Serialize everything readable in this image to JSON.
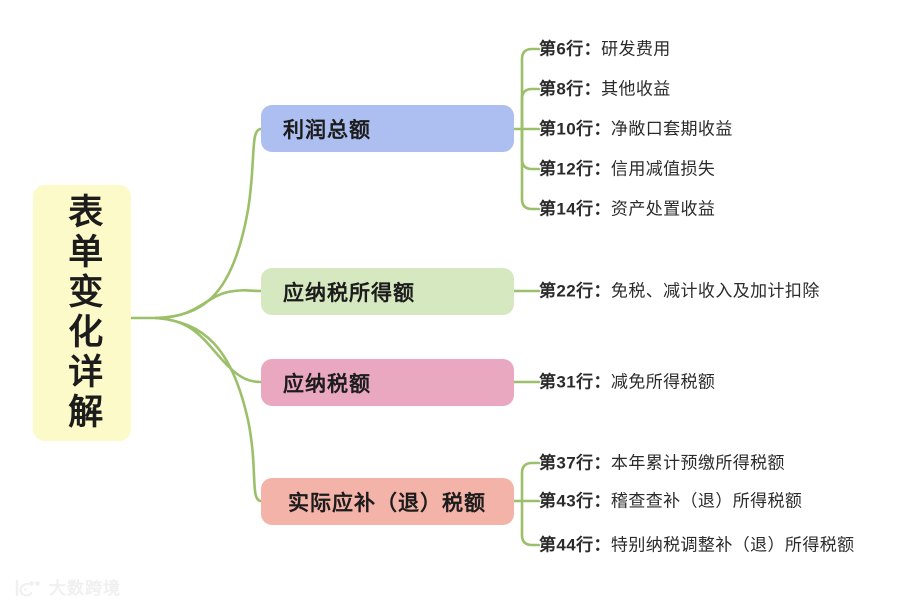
{
  "diagram": {
    "type": "mindmap",
    "root": {
      "label": "表单变化详解",
      "color": "#fcfac8",
      "orientation": "vertical"
    },
    "link_color": "#9cc06a",
    "branches": [
      {
        "label": "利润总额",
        "color": "#adbef1",
        "leaves": [
          {
            "row": "第6行：",
            "text": "研发费用"
          },
          {
            "row": "第8行：",
            "text": "其他收益"
          },
          {
            "row": "第10行：",
            "text": "净敞口套期收益"
          },
          {
            "row": "第12行：",
            "text": "信用减值损失"
          },
          {
            "row": "第14行：",
            "text": "资产处置收益"
          }
        ]
      },
      {
        "label": "应纳税所得额",
        "color": "#d5e8bf",
        "leaves": [
          {
            "row": "第22行：",
            "text": "免税、减计收入及加计扣除"
          }
        ]
      },
      {
        "label": "应纳税额",
        "color": "#eaa8c0",
        "leaves": [
          {
            "row": "第31行：",
            "text": "减免所得税额"
          }
        ]
      },
      {
        "label": "实际应补（退）税额",
        "color": "#f4b3a8",
        "leaves": [
          {
            "row": "第37行：",
            "text": "本年累计预缴所得税额"
          },
          {
            "row": "第43行：",
            "text": "稽查查补（退）所得税额"
          },
          {
            "row": "第44行：",
            "text": "特别纳税调整补（退）所得税额"
          }
        ]
      }
    ]
  },
  "watermark": {
    "text": "大数跨境",
    "icon": "logo-icon",
    "color": "#f0f0f0"
  }
}
